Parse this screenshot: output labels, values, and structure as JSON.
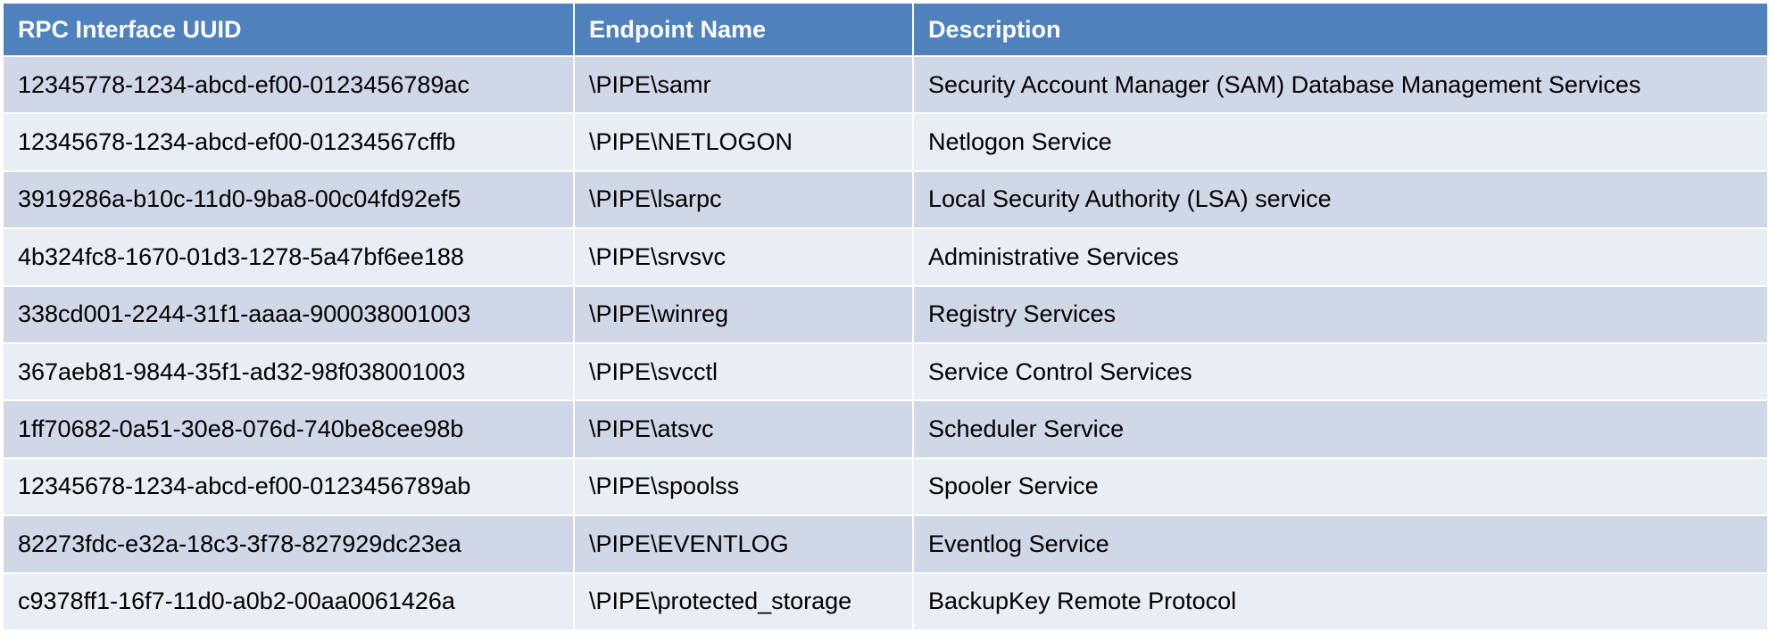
{
  "table": {
    "headers": [
      "RPC Interface UUID",
      "Endpoint Name",
      "Description"
    ],
    "rows": [
      {
        "uuid": "12345778-1234-abcd-ef00-0123456789ac",
        "endpoint": "\\PIPE\\samr",
        "description": "Security Account Manager (SAM) Database Management Services"
      },
      {
        "uuid": "12345678-1234-abcd-ef00-01234567cffb",
        "endpoint": "\\PIPE\\NETLOGON",
        "description": "Netlogon Service"
      },
      {
        "uuid": "3919286a-b10c-11d0-9ba8-00c04fd92ef5",
        "endpoint": "\\PIPE\\lsarpc",
        "description": "Local Security Authority (LSA) service"
      },
      {
        "uuid": "4b324fc8-1670-01d3-1278-5a47bf6ee188",
        "endpoint": "\\PIPE\\srvsvc",
        "description": "Administrative Services"
      },
      {
        "uuid": "338cd001-2244-31f1-aaaa-900038001003",
        "endpoint": "\\PIPE\\winreg",
        "description": "Registry Services"
      },
      {
        "uuid": "367aeb81-9844-35f1-ad32-98f038001003",
        "endpoint": "\\PIPE\\svcctl",
        "description": "Service Control Services"
      },
      {
        "uuid": "1ff70682-0a51-30e8-076d-740be8cee98b",
        "endpoint": "\\PIPE\\atsvc",
        "description": "Scheduler Service"
      },
      {
        "uuid": "12345678-1234-abcd-ef00-0123456789ab",
        "endpoint": "\\PIPE\\spoolss",
        "description": "Spooler Service"
      },
      {
        "uuid": "82273fdc-e32a-18c3-3f78-827929dc23ea",
        "endpoint": "\\PIPE\\EVENTLOG",
        "description": "Eventlog Service"
      },
      {
        "uuid": "c9378ff1-16f7-11d0-a0b2-00aa0061426a",
        "endpoint": "\\PIPE\\protected_storage",
        "description": "BackupKey Remote Protocol"
      }
    ]
  },
  "colors": {
    "header_bg": "#4f81bd",
    "header_text": "#ffffff",
    "row_odd_bg": "#d0d8e8",
    "row_even_bg": "#e9edf4"
  }
}
